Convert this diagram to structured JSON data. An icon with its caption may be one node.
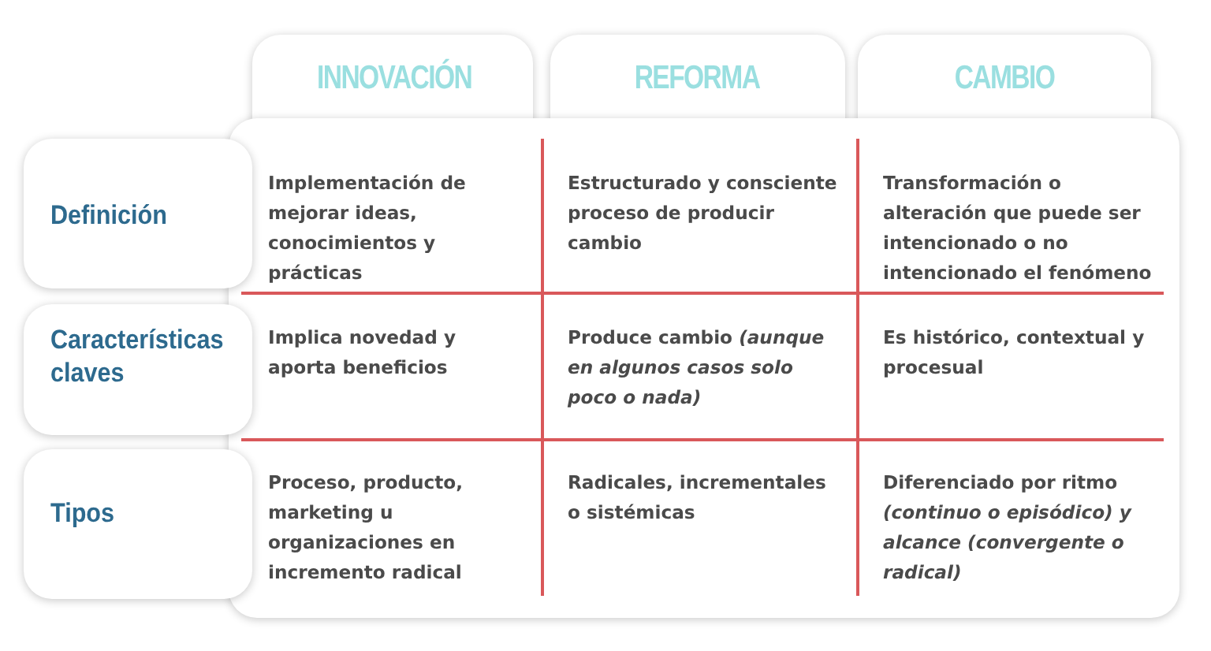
{
  "diagram": {
    "labels": [
      "INNOVACIÓN",
      "REFORMA",
      "CAMBIO",
      "Definición",
      "Implementación de mejorar ideas, conocimientos y prácticas",
      "Estructurado y consciente proceso de producir cambio",
      "Transformación o alteración que puede ser intencionado o no intencionado el fenómeno",
      "Características claves",
      "Implica novedad y aporta beneficios",
      "Produce cambio *(aunque en algunos casos solo poco o nada)*",
      "Es histórico, contextual y procesual",
      "Tipos",
      "Proceso, producto, marketing u organizaciones en incremento radical",
      "Radicales, incrementales o sistémicas",
      "Diferenciado por ritmo *(continuo o episódico) y alcance (convergente o radical)*"
    ]
  }
}
